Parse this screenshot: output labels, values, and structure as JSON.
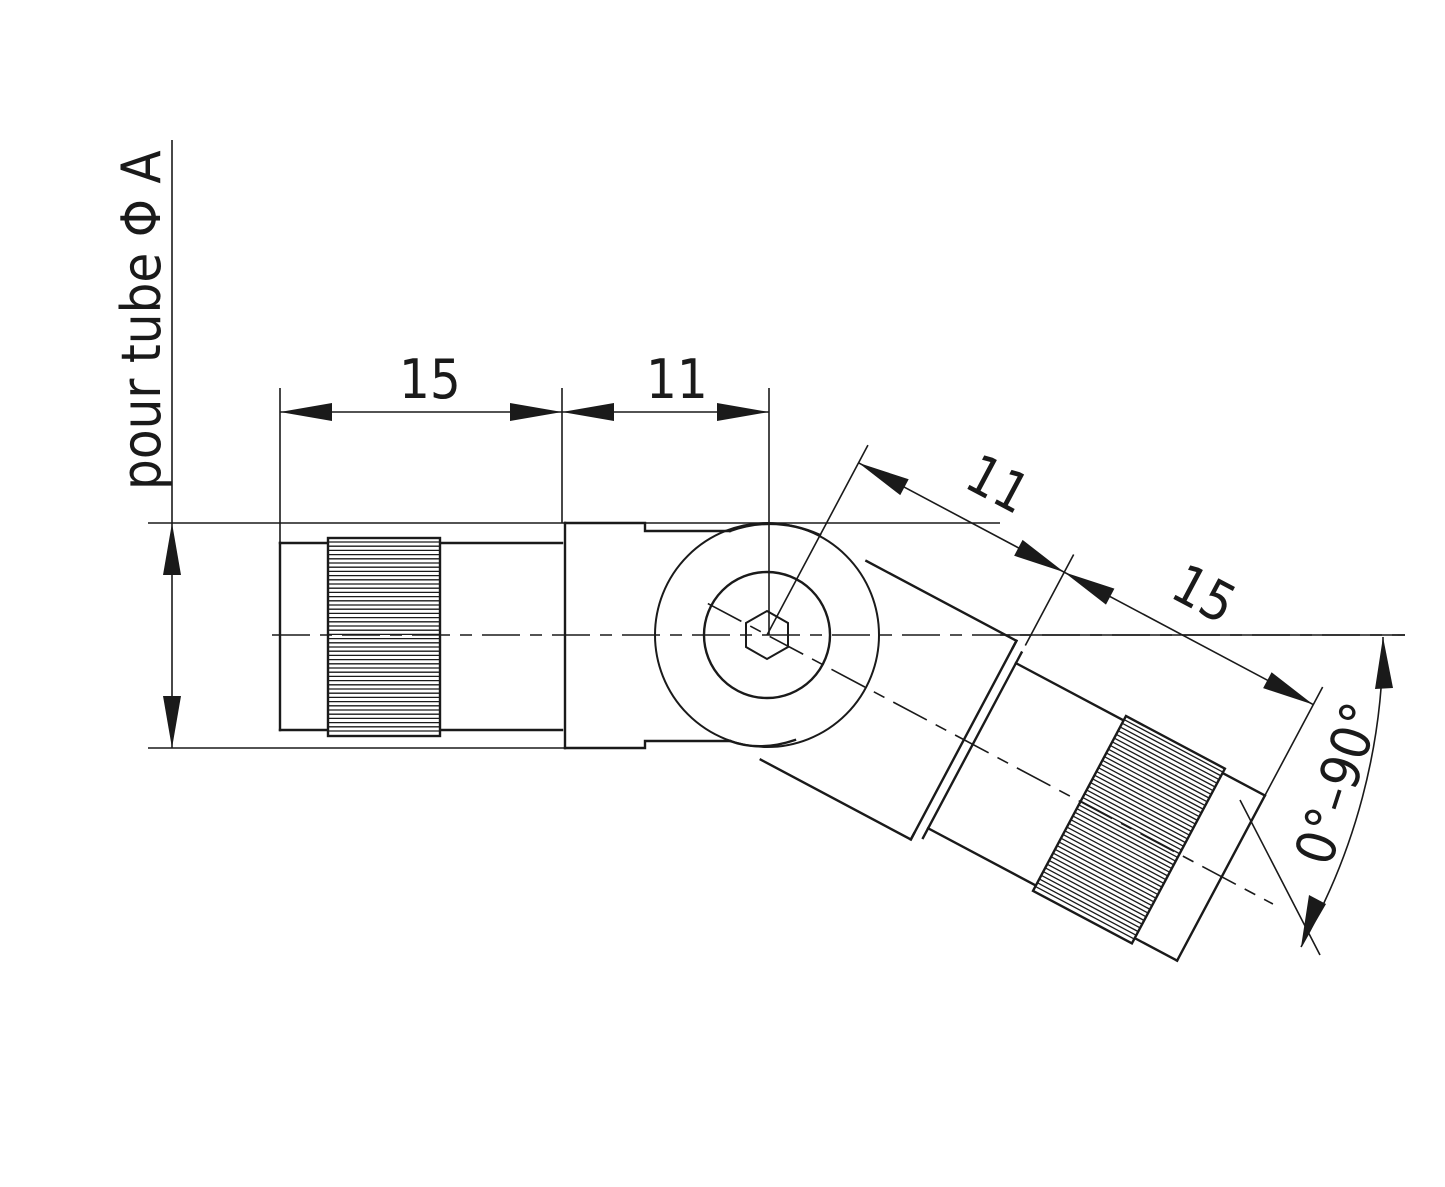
{
  "dimensions": {
    "left_length": "15",
    "left_offset": "11",
    "right_offset": "11",
    "right_length": "15",
    "diameter_label": "pour tube Φ A",
    "angle_range": "0°–90°"
  },
  "colors": {
    "line": "#1a1a1a",
    "background": "#ffffff"
  }
}
